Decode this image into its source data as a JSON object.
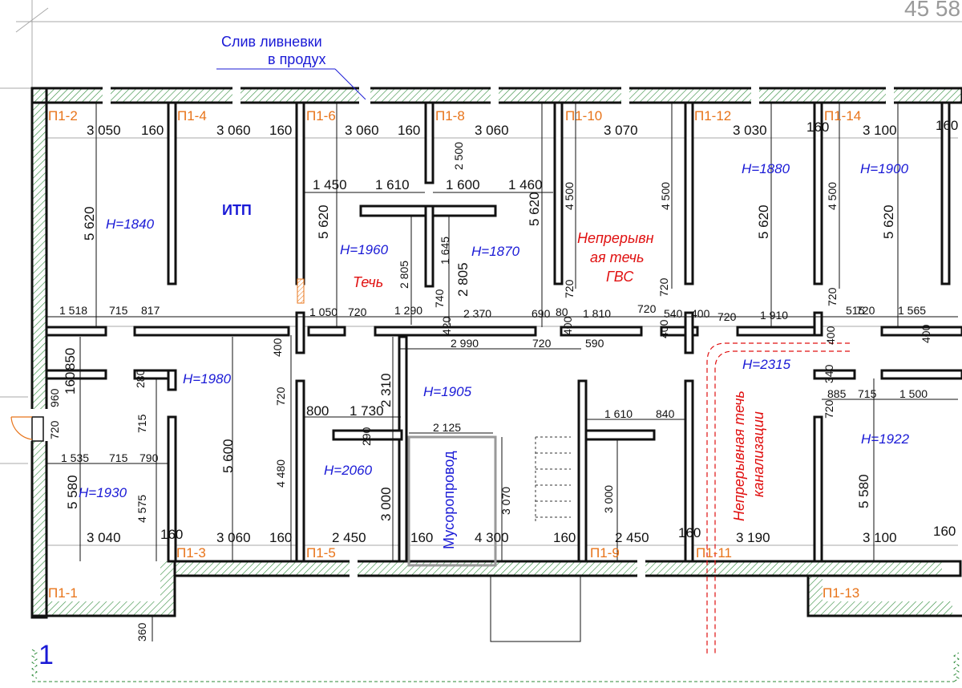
{
  "page": {
    "corner_value": "45 58",
    "axis_mark": "1",
    "drain_note_line1": "Слив ливневки",
    "drain_note_line2": "в продух",
    "itp_label": "ИТП",
    "garbage_chute_label": "Мусоропровод"
  },
  "rooms": [
    "П1-1",
    "П1-2",
    "П1-3",
    "П1-4",
    "П1-5",
    "П1-6",
    "П1-8",
    "П1-9",
    "П1-10",
    "П1-11",
    "П1-12",
    "П1-13",
    "П1-14"
  ],
  "heights": [
    "H=1840",
    "H=1960",
    "H=1870",
    "H=1880",
    "H=1900",
    "H=1980",
    "H=1905",
    "H=2315",
    "H=1922",
    "H=2060",
    "H=1930"
  ],
  "notes": {
    "leak": "Течь",
    "hot_water_1": "Непрерывн",
    "hot_water_2": "ая течь",
    "hot_water_3": "ГВС",
    "sewer_1": "Непрерывная течь",
    "sewer_2": "канализации"
  },
  "dimensions": {
    "top": [
      "3 050",
      "160",
      "3 060",
      "160",
      "3 060",
      "160",
      "3 060",
      "3 070",
      "3 030",
      "160",
      "3 100",
      "160"
    ],
    "bottom": [
      "3 040",
      "160",
      "3 060",
      "160",
      "2 450",
      "160",
      "4 300",
      "160",
      "2 450",
      "160",
      "3 190",
      "3 100",
      "160"
    ],
    "vertical": [
      "5 620",
      "5 620",
      "2 500",
      "5 620",
      "4 500",
      "4 500",
      "5 620",
      "4 500",
      "5 620",
      "2 805",
      "1 645",
      "2 805",
      "740",
      "720",
      "720",
      "720",
      "400",
      "420",
      "400",
      "400",
      "400",
      "400",
      "850",
      "960",
      "160",
      "720",
      "280",
      "715",
      "720",
      "4 480",
      "5 600",
      "4 575",
      "5 580",
      "2 310",
      "290",
      "3 000",
      "3 070",
      "3 000",
      "720",
      "340",
      "5 580",
      "360"
    ],
    "horizontal": [
      "1 450",
      "1 610",
      "1 600",
      "1 460",
      "1 518",
      "715",
      "817",
      "1 050",
      "720",
      "1 290",
      "2 370",
      "690",
      "80",
      "1 810",
      "720",
      "540",
      "400",
      "720",
      "1 910",
      "515",
      "720",
      "1 565",
      "2 990",
      "720",
      "590",
      "885",
      "715",
      "1 500",
      "800",
      "1 730",
      "2 125",
      "1 610",
      "840",
      "1 535",
      "715",
      "790"
    ]
  },
  "colors": {
    "room_label": "#e8741a",
    "height_label": "#1a1ad6",
    "note_red": "#e01010",
    "hatch_green": "#2e8b3a",
    "line": "#111111"
  }
}
